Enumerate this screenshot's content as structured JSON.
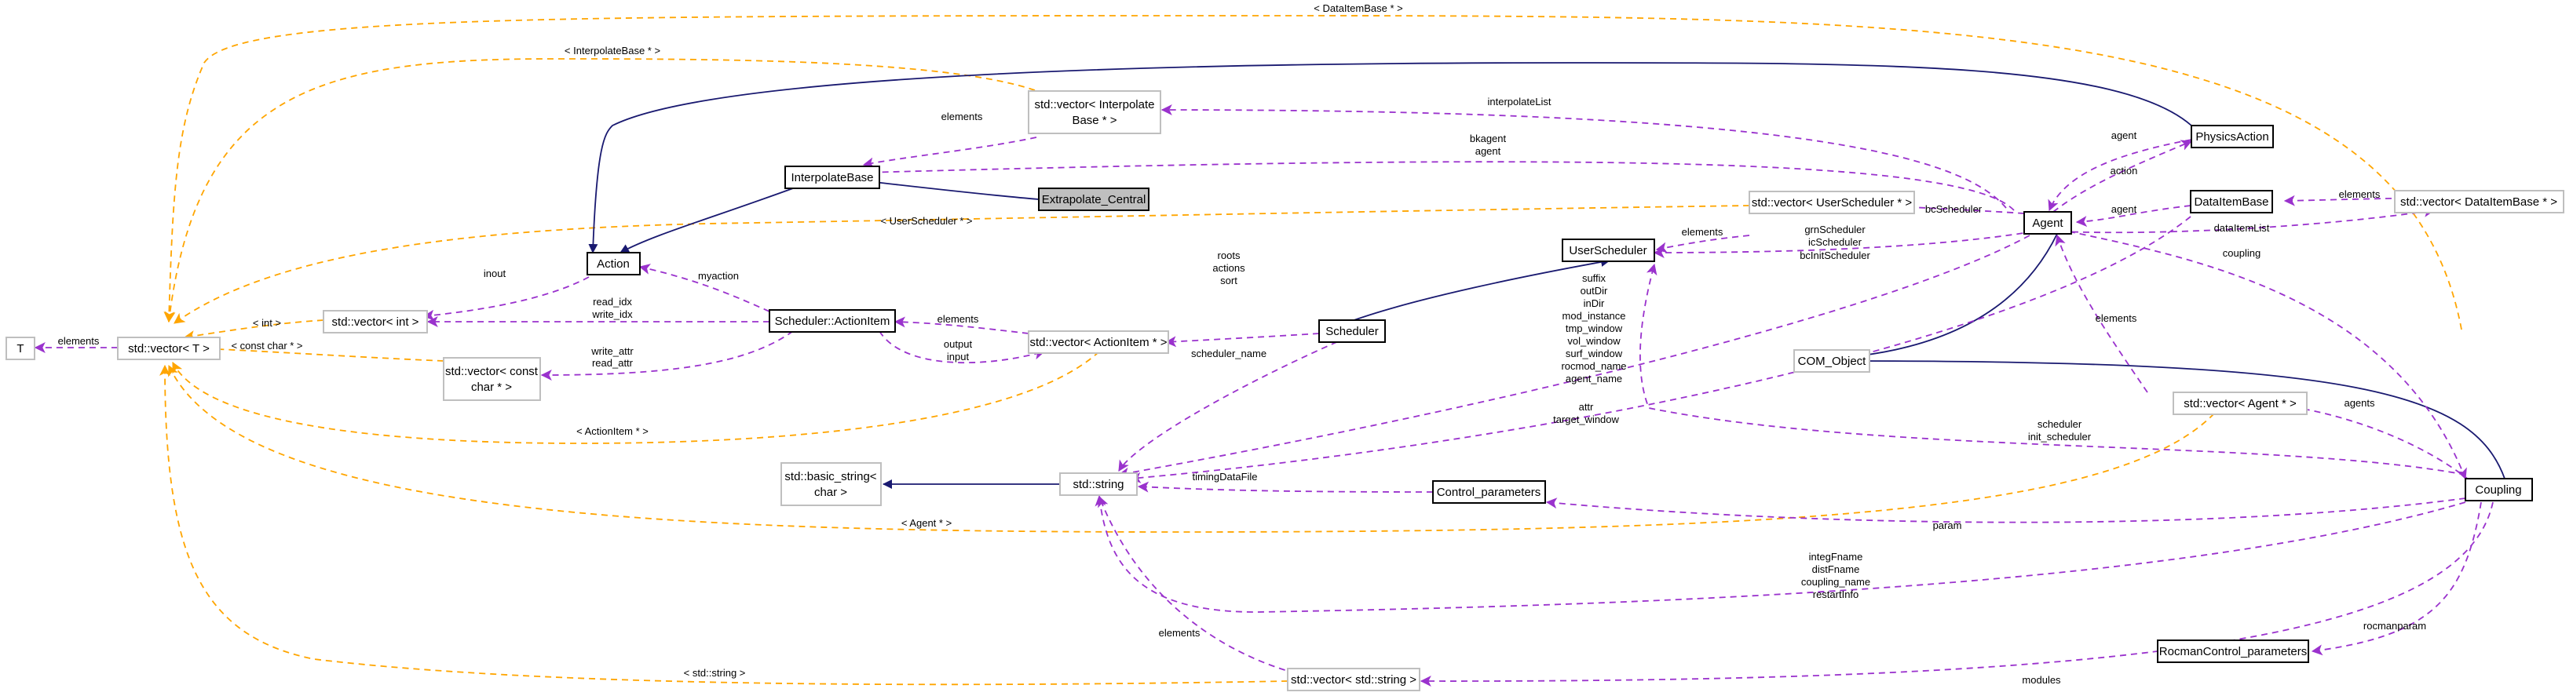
{
  "colors": {
    "inheritance": "#191970",
    "member": "#9a32cd",
    "template": "#ffa500",
    "external_border": "#bfbfbf",
    "focus_fill": "#bfbfbf"
  },
  "nodes": {
    "T": "T",
    "vector_T": "std::vector< T >",
    "Action": "Action",
    "InterpolateBase": "InterpolateBase",
    "Extrapolate_Central": "Extrapolate_Central",
    "vector_InterpolateBase_1": "std::vector< Interpolate",
    "vector_InterpolateBase_2": "Base * >",
    "vector_int": "std::vector< int >",
    "vector_constchar_1": "std::vector< const",
    "vector_constchar_2": "char * >",
    "ActionItem": "Scheduler::ActionItem",
    "vector_ActionItem": "std::vector< ActionItem * >",
    "Scheduler": "Scheduler",
    "UserScheduler": "UserScheduler",
    "vector_UserScheduler": "std::vector< UserScheduler * >",
    "Agent": "Agent",
    "PhysicsAction": "PhysicsAction",
    "DataItemBase": "DataItemBase",
    "vector_DataItemBase": "std::vector< DataItemBase * >",
    "COM_Object": "COM_Object",
    "basic_string_1": "std::basic_string<",
    "basic_string_2": "char >",
    "string": "std::string",
    "Control_parameters": "Control_parameters",
    "vector_Agent": "std::vector< Agent * >",
    "Coupling": "Coupling",
    "RocmanControl_parameters": "RocmanControl_parameters",
    "vector_string": "std::vector< std::string >"
  },
  "edge_labels": {
    "elements_T": "elements",
    "tmpl_DataItemBase": "< DataItemBase * >",
    "tmpl_InterpolateBase": "< InterpolateBase * >",
    "tmpl_UserScheduler": "< UserScheduler * >",
    "tmpl_int": "< int >",
    "tmpl_constchar": "< const char * >",
    "tmpl_ActionItem": "< ActionItem * >",
    "tmpl_Agent": "< Agent * >",
    "tmpl_string": "< std::string >",
    "elements_ib": "elements",
    "interpolateList": "interpolateList",
    "bkagent": "bkagent",
    "agent_ib": "agent",
    "agent_pa": "agent",
    "action": "action",
    "agent_di": "agent",
    "inout": "inout",
    "myaction": "myaction",
    "read_idx": "read_idx",
    "write_idx": "write_idx",
    "write_attr": "write_attr",
    "read_attr": "read_attr",
    "elements_ai": "elements",
    "output": "output",
    "input": "input",
    "roots": "roots",
    "actions": "actions",
    "sort": "sort",
    "scheduler_name": "scheduler_name",
    "elements_us": "elements",
    "bcScheduler": "bcScheduler",
    "grnScheduler": "grnScheduler",
    "icScheduler": "icScheduler",
    "bcInitScheduler": "bcInitScheduler",
    "elements_di": "elements",
    "dataItemList": "dataItemList",
    "coupling": "coupling",
    "suffix": "suffix",
    "outDir": "outDir",
    "inDir": "inDir",
    "mod_instance": "mod_instance",
    "tmp_window": "tmp_window",
    "vol_window": "vol_window",
    "surf_window": "surf_window",
    "rocmod_name": "rocmod_name",
    "agent_name": "agent_name",
    "attr": "attr",
    "target_window": "target_window",
    "scheduler": "scheduler",
    "init_scheduler": "init_scheduler",
    "elements_ag": "elements",
    "agents": "agents",
    "timingDataFile": "timingDataFile",
    "param": "param",
    "integFname": "integFname",
    "distFname": "distFname",
    "coupling_name": "coupling_name",
    "restartInfo": "restartInfo",
    "elements_str": "elements",
    "rocmanparam": "rocmanparam",
    "modules": "modules"
  }
}
